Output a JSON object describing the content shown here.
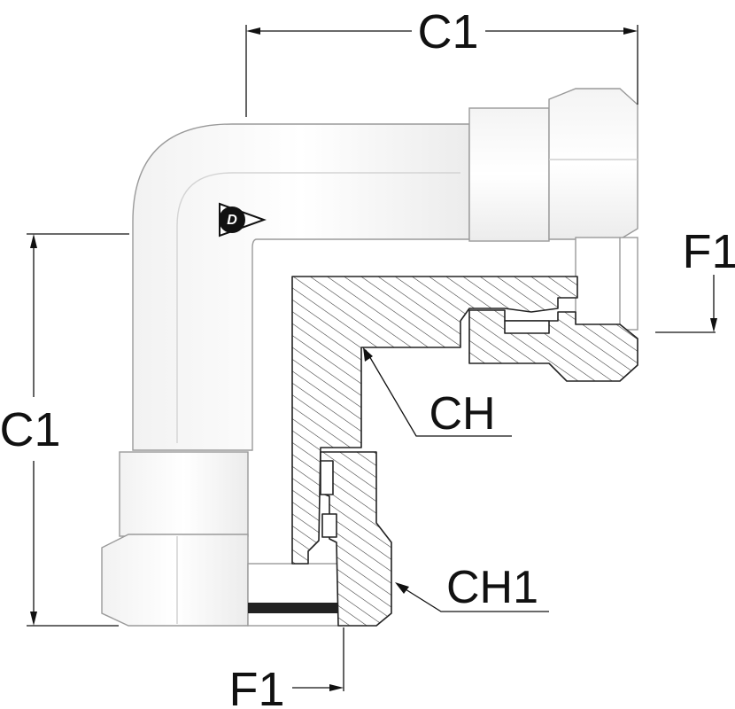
{
  "labels": {
    "c1_top": "C1",
    "c1_left": "C1",
    "f1_right": "F1",
    "f1_bottom": "F1",
    "ch": "CH",
    "ch1": "CH1"
  },
  "colors": {
    "body_fill": "#ffffff",
    "outline": "#888888",
    "section_line": "#222222",
    "hatch": "#333333",
    "dim_line": "#111111",
    "brand_logo": "#111111"
  },
  "icons": {
    "brand": "dunlop-logo-icon"
  }
}
